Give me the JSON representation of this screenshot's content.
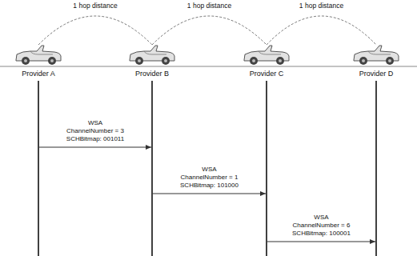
{
  "diagram": {
    "nodes": [
      {
        "text": [
          "Provider A"
        ]
      },
      {
        "text": [
          "Provider B"
        ]
      },
      {
        "text": [
          "Provider C"
        ]
      },
      {
        "text": [
          "Provider D"
        ]
      }
    ],
    "edges": [
      {
        "from": 0,
        "to": 1,
        "arrow": "to",
        "label": "WSA ChannelNumber = 3 SCHBitmap: 001011"
      },
      {
        "from": 1,
        "to": 2,
        "arrow": "to",
        "label": "WSA ChannelNumber = 1 SCHBitmap: 101000"
      },
      {
        "from": 2,
        "to": 3,
        "arrow": "to",
        "label": "WSA ChannelNumber = 6 SCHBitmap: 100001"
      }
    ],
    "labels": [
      "1 hop distance",
      "1 hop distance",
      "1 hop distance"
    ]
  }
}
